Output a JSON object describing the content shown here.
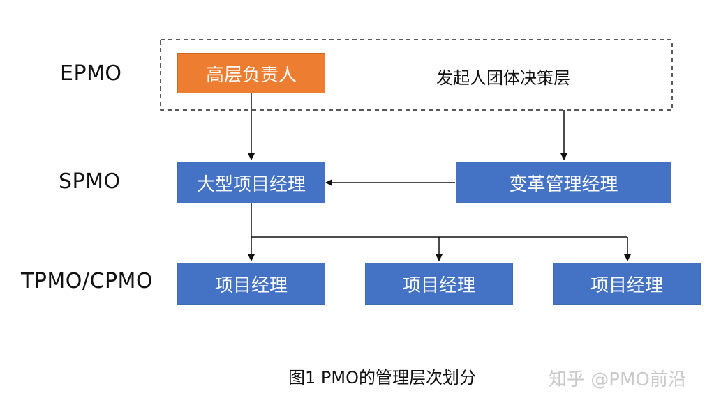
{
  "levels": {
    "epmo": "EPMO",
    "spmo": "SPMO",
    "tpmo": "TPMO/CPMO"
  },
  "nodes": {
    "senior_owner": "高层负责人",
    "sponsor_group": "发起人团体决策层",
    "program_manager": "大型项目经理",
    "change_manager": "变革管理经理",
    "project_manager_1": "项目经理",
    "project_manager_2": "项目经理",
    "project_manager_3": "项目经理"
  },
  "caption": "图1 PMO的管理层次划分",
  "watermark": "知乎 @PMO前沿",
  "colors": {
    "blue": "#4472c4",
    "orange": "#ed7d31"
  }
}
